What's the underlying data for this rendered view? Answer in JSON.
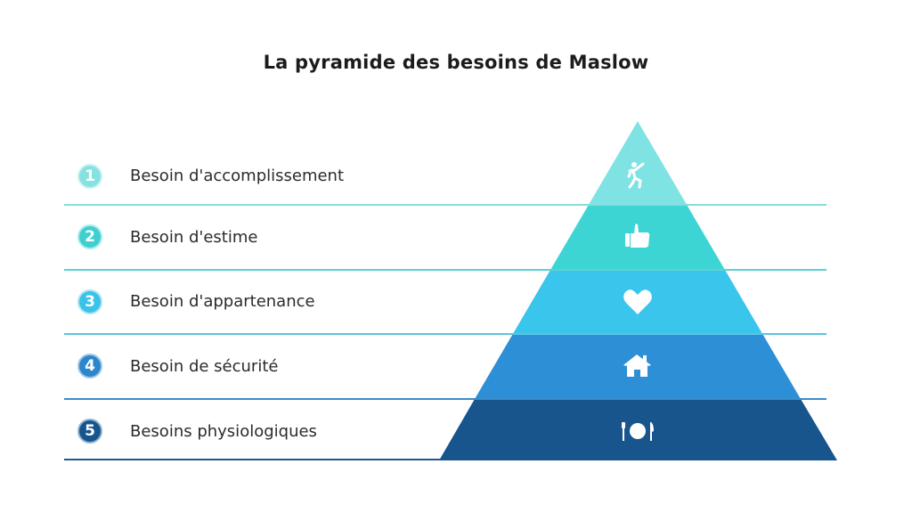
{
  "title": "La pyramide des besoins de Maslow",
  "levels": [
    {
      "number": "1",
      "label": "Besoin d'accomplissement",
      "icon": "person-running-icon",
      "color": "#7fe3e3",
      "line_color": "#86dcdc"
    },
    {
      "number": "2",
      "label": "Besoin d'estime",
      "icon": "thumbs-up-icon",
      "color": "#3dd5d3",
      "line_color": "#5fd0d0"
    },
    {
      "number": "3",
      "label": "Besoin d'appartenance",
      "icon": "heart-icon",
      "color": "#3ac5ec",
      "line_color": "#5cc4e4"
    },
    {
      "number": "4",
      "label": "Besoin de sécurité",
      "icon": "house-icon",
      "color": "#2d8fd5",
      "line_color": "#3b8dcc"
    },
    {
      "number": "5",
      "label": "Besoins physiologiques",
      "icon": "plate-cutlery-icon",
      "color": "#17558c",
      "line_color": "#1d5a8e"
    }
  ]
}
